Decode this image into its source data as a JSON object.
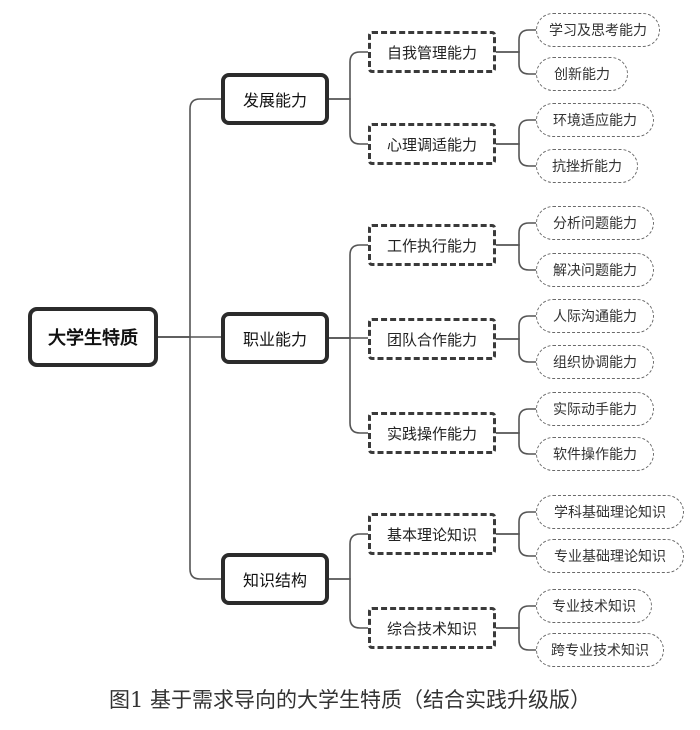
{
  "diagram": {
    "root": "大学生特质",
    "branches": [
      {
        "label": "发展能力",
        "groups": [
          {
            "label": "自我管理能力",
            "items": [
              "学习及思考能力",
              "创新能力"
            ]
          },
          {
            "label": "心理调适能力",
            "items": [
              "环境适应能力",
              "抗挫折能力"
            ]
          }
        ]
      },
      {
        "label": "职业能力",
        "groups": [
          {
            "label": "工作执行能力",
            "items": [
              "分析问题能力",
              "解决问题能力"
            ]
          },
          {
            "label": "团队合作能力",
            "items": [
              "人际沟通能力",
              "组织协调能力"
            ]
          },
          {
            "label": "实践操作能力",
            "items": [
              "实际动手能力",
              "软件操作能力"
            ]
          }
        ]
      },
      {
        "label": "知识结构",
        "groups": [
          {
            "label": "基本理论知识",
            "items": [
              "学科基础理论知识",
              "专业基础理论知识"
            ]
          },
          {
            "label": "综合技术知识",
            "items": [
              "专业技术知识",
              "跨专业技术知识"
            ]
          }
        ]
      }
    ]
  },
  "caption": "图1 基于需求导向的大学生特质（结合实践升级版）",
  "colors": {
    "line": "#555555",
    "border": "#2b2b2b",
    "background": "#ffffff"
  }
}
